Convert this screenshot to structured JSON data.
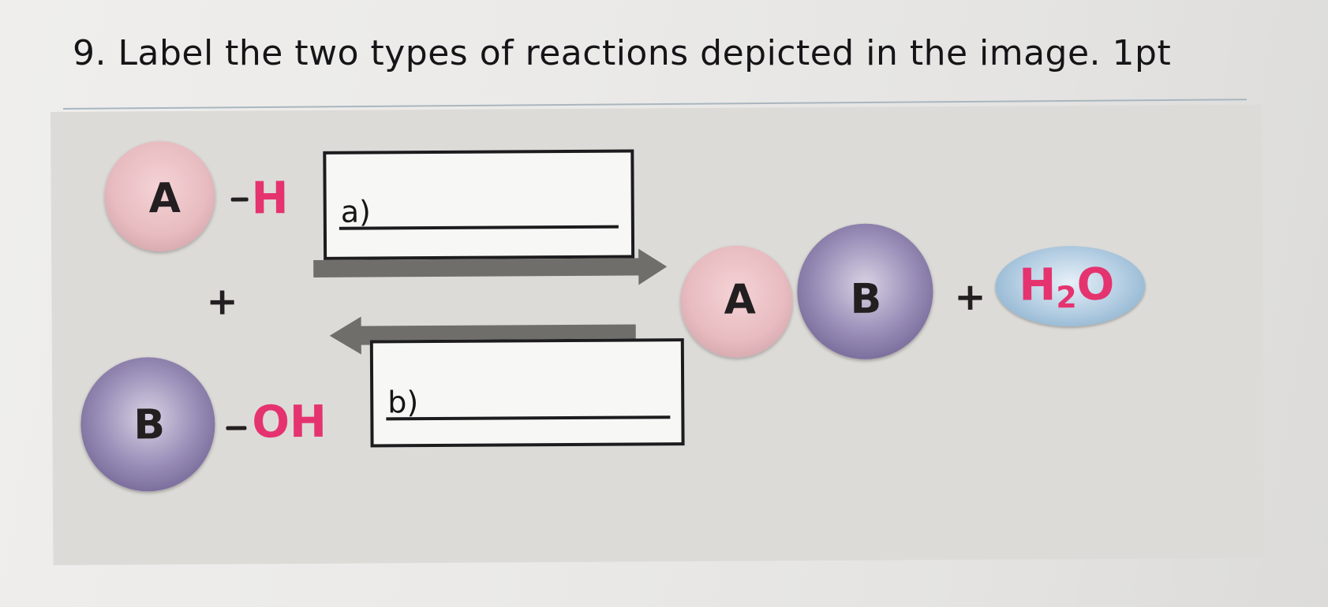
{
  "question": "9. Label the two types of reactions depicted in the image. 1pt",
  "reactants": {
    "a_ball": "A",
    "a_group": "H",
    "plus": "+",
    "b_ball": "B",
    "b_group": "OH"
  },
  "blanks": {
    "a_label": "a)",
    "b_label": "b)"
  },
  "products": {
    "a_ball": "A",
    "b_ball": "B",
    "plus": "+",
    "water_main": "H",
    "water_sub": "2",
    "water_end": "O"
  },
  "colors": {
    "accent_pink": "#e5336f",
    "ball_a": "#e8bcc0",
    "ball_b": "#9e93bb",
    "water": "#b3cde2",
    "arrow": "#6f6e6b"
  }
}
